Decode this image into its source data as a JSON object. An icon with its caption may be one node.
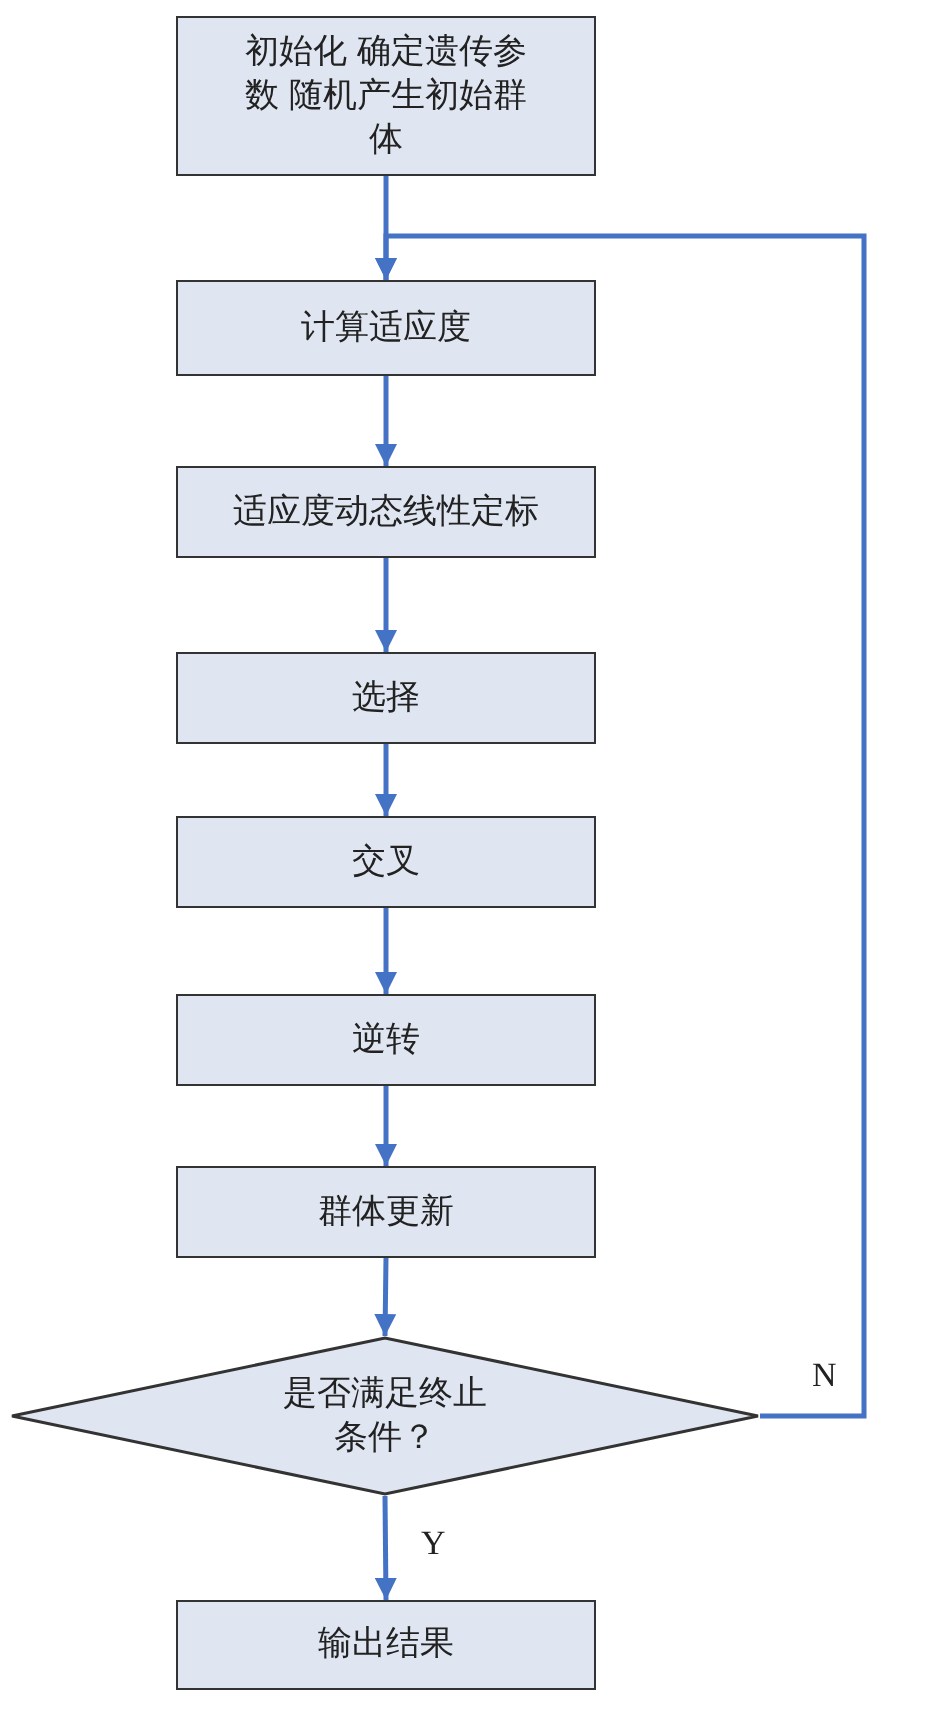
{
  "diagram": {
    "nodes": [
      {
        "text": [
          "初始化 确定遗传参数 随机产生初始群体"
        ]
      },
      {
        "text": [
          "计算适应度"
        ]
      },
      {
        "text": [
          "适应度动态线性定标"
        ]
      },
      {
        "text": [
          "选择"
        ]
      },
      {
        "text": [
          "交叉"
        ]
      },
      {
        "text": [
          "逆转"
        ]
      },
      {
        "text": [
          "群体更新"
        ]
      },
      {
        "text": [
          "是否满足终止条件？"
        ]
      },
      {
        "text": [
          "输出结果"
        ]
      }
    ],
    "edges": [
      {
        "from": 0,
        "to": 1,
        "arrow": "to"
      },
      {
        "from": 1,
        "to": 2,
        "arrow": "to"
      },
      {
        "from": 2,
        "to": 3,
        "arrow": "to"
      },
      {
        "from": 3,
        "to": 4,
        "arrow": "to"
      },
      {
        "from": 4,
        "to": 5,
        "arrow": "to"
      },
      {
        "from": 5,
        "to": 6,
        "arrow": "to"
      },
      {
        "from": 6,
        "to": 7,
        "arrow": "to"
      },
      {
        "from": 7,
        "to": 8,
        "arrow": "to",
        "label": "Y"
      },
      {
        "from": 7,
        "to": 1,
        "arrow": "to",
        "label": "N"
      }
    ]
  }
}
